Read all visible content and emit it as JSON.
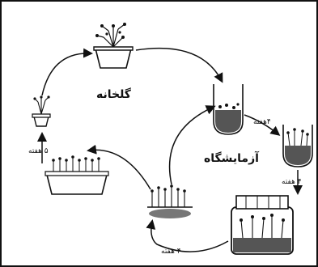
{
  "labels": {
    "greenhouse": "گلخانه",
    "laboratory": "آزمایشگاه",
    "step_top_right": "۴هفته",
    "step_right": "۴ هفته",
    "step_bottom": "۴ هفته",
    "step_left": "۵ هفته"
  }
}
